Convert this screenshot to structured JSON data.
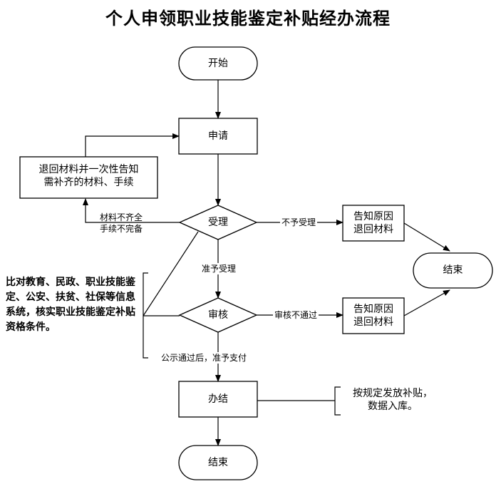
{
  "title": "个人申领职业技能鉴定补贴经办流程",
  "nodes": {
    "start": "开始",
    "apply": "申请",
    "return_line1": "退回材料并一次性告知",
    "return_line2": "需补齐的材料、手续",
    "accept": "受理",
    "notify1_line1": "告知原因",
    "notify1_line2": "退回材料",
    "end_right": "结束",
    "review": "审核",
    "notify2_line1": "告知原因",
    "notify2_line2": "退回材料",
    "finish": "办结",
    "end_bottom": "结束"
  },
  "edges": {
    "incomplete_line1": "材料不齐全",
    "incomplete_line2": "手续不完备",
    "reject_accept": "不予受理",
    "approve_accept": "准予受理",
    "reject_review": "审核不通过",
    "approve_pay": "公示通过后，准予支付"
  },
  "notes": {
    "check": "比对教育、民政、职业技能鉴定、公安、扶贫、社保等信息系统，核实职业技能鉴定补贴资格条件。",
    "payment_line1": "按规定发放补贴，",
    "payment_line2": "数据入库。"
  }
}
